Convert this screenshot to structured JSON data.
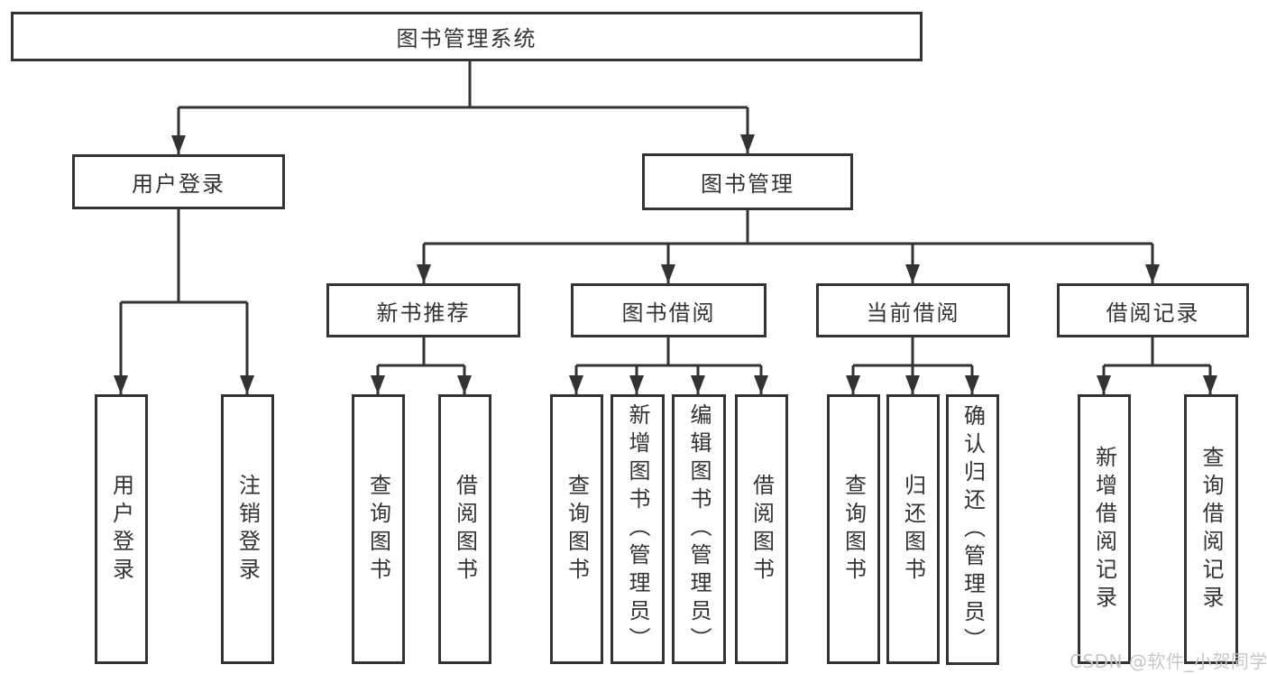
{
  "tree": {
    "root": {
      "label": "图书管理系统",
      "children": [
        {
          "label": "用户登录",
          "children": [
            {
              "label": "用户登录"
            },
            {
              "label": "注销登录"
            }
          ]
        },
        {
          "label": "图书管理",
          "children": [
            {
              "label": "新书推荐",
              "children": [
                {
                  "label": "查询图书"
                },
                {
                  "label": "借阅图书"
                }
              ]
            },
            {
              "label": "图书借阅",
              "children": [
                {
                  "label": "查询图书"
                },
                {
                  "label": "新增图书（管理员）"
                },
                {
                  "label": "编辑图书（管理员）"
                },
                {
                  "label": "借阅图书"
                }
              ]
            },
            {
              "label": "当前借阅",
              "children": [
                {
                  "label": "查询图书"
                },
                {
                  "label": "归还图书"
                },
                {
                  "label": "确认归还（管理员）"
                }
              ]
            },
            {
              "label": "借阅记录",
              "children": [
                {
                  "label": "新增借阅记录"
                },
                {
                  "label": "查询借阅记录"
                }
              ]
            }
          ]
        }
      ]
    }
  },
  "watermark": "CSDN @软件_小贺同学",
  "colors": {
    "line": "#333333",
    "text": "#333333",
    "watermark": "#c7c7c7",
    "background": "#ffffff"
  }
}
